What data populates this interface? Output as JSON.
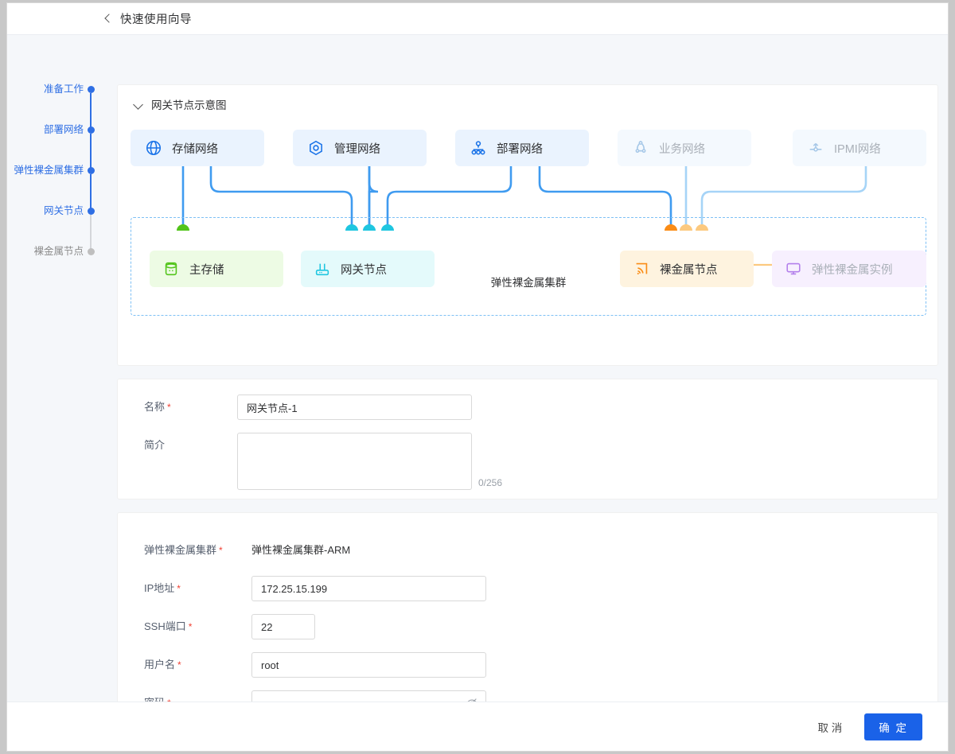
{
  "header": {
    "title": "快速使用向导",
    "back_icon": "chevron-left-icon"
  },
  "steps": [
    {
      "label": "准备工作",
      "state": "done"
    },
    {
      "label": "部署网络",
      "state": "done"
    },
    {
      "label": "弹性裸金属集群",
      "state": "done"
    },
    {
      "label": "网关节点",
      "state": "active"
    },
    {
      "label": "裸金属节点",
      "state": "upcoming"
    }
  ],
  "diagram": {
    "title": "网关节点示意图",
    "caret_icon": "chevron-down-icon",
    "cluster_caption": "弹性裸金属集群",
    "networks": [
      {
        "label": "存储网络",
        "icon": "globe-icon",
        "state": "active"
      },
      {
        "label": "管理网络",
        "icon": "hexagon-icon",
        "state": "active"
      },
      {
        "label": "部署网络",
        "icon": "sitemap-icon",
        "state": "active"
      },
      {
        "label": "业务网络",
        "icon": "triangle-node-icon",
        "state": "dim"
      },
      {
        "label": "IPMI网络",
        "icon": "ipmi-icon",
        "state": "dim"
      }
    ],
    "resources": [
      {
        "label": "主存储",
        "icon": "database-icon",
        "color": "green"
      },
      {
        "label": "网关节点",
        "icon": "router-icon",
        "color": "cyan"
      },
      {
        "label": "裸金属节点",
        "icon": "signal-icon",
        "color": "orange"
      },
      {
        "label": "弹性裸金属实例",
        "icon": "monitor-icon",
        "color": "purple"
      }
    ]
  },
  "form_basic": {
    "name": {
      "label": "名称",
      "required": true,
      "value": "网关节点-1"
    },
    "desc": {
      "label": "简介",
      "required": false,
      "value": "",
      "counter": "0/256"
    }
  },
  "form_cluster": {
    "cluster": {
      "label": "弹性裸金属集群",
      "required": true,
      "value": "弹性裸金属集群-ARM"
    },
    "ip": {
      "label": "IP地址",
      "required": true,
      "value": "172.25.15.199"
    },
    "ssh_port": {
      "label": "SSH端口",
      "required": true,
      "value": "22"
    },
    "username": {
      "label": "用户名",
      "required": true,
      "value": "root"
    },
    "password": {
      "label": "密码",
      "required": true,
      "value": "••••••••",
      "eye_icon": "eye-off-icon"
    }
  },
  "footer": {
    "cancel": "取 消",
    "confirm": "确 定"
  },
  "colors": {
    "primary": "#1a62e8",
    "step_active": "#2f6fe4",
    "wire_active": "#3f9bf0",
    "wire_dim": "#a6d4f7",
    "green": "#52c41a",
    "cyan": "#1fc6e0",
    "orange": "#fa8c16",
    "orange_dim": "#fcc97f",
    "purple": "#b37feb"
  }
}
